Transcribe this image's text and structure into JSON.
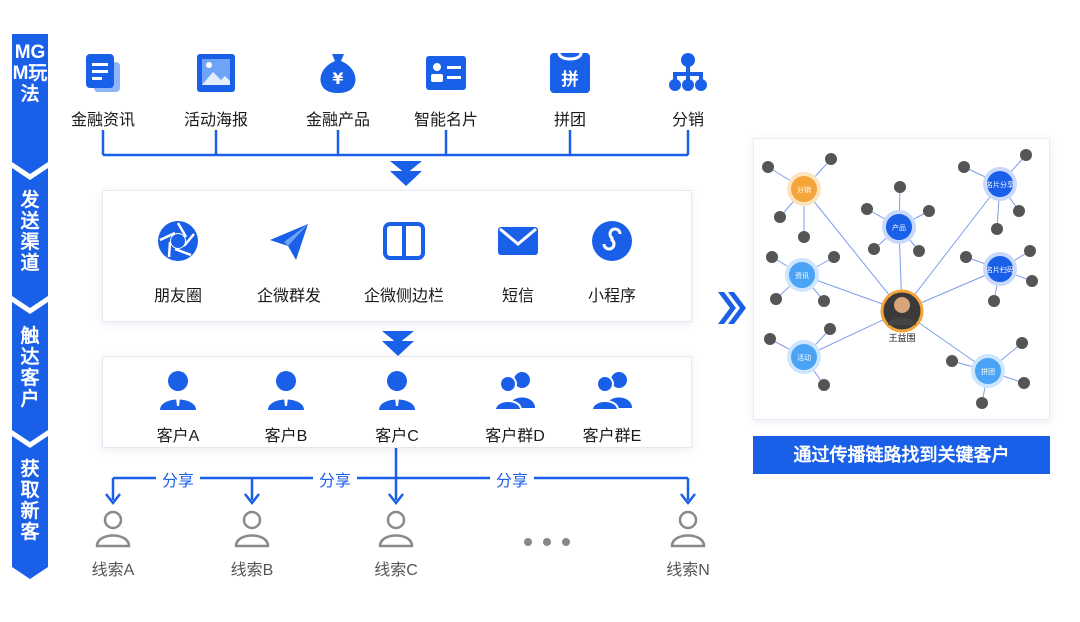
{
  "ribbon": {
    "steps": [
      "MGM玩法",
      "发送渠道",
      "触达客户",
      "获取新客"
    ]
  },
  "tools": [
    {
      "label": "金融资讯",
      "icon": "news-doc-icon"
    },
    {
      "label": "活动海报",
      "icon": "poster-image-icon"
    },
    {
      "label": "金融产品",
      "icon": "money-bag-icon"
    },
    {
      "label": "智能名片",
      "icon": "business-card-icon"
    },
    {
      "label": "拼团",
      "icon": "group-buy-icon"
    },
    {
      "label": "分销",
      "icon": "hierarchy-icon"
    }
  ],
  "channels": [
    {
      "label": "朋友圈",
      "icon": "moments-aperture-icon"
    },
    {
      "label": "企微群发",
      "icon": "paper-plane-icon"
    },
    {
      "label": "企微侧边栏",
      "icon": "sidebar-panel-icon"
    },
    {
      "label": "短信",
      "icon": "envelope-icon"
    },
    {
      "label": "小程序",
      "icon": "mini-program-icon"
    }
  ],
  "customers": [
    {
      "label": "客户A",
      "icon": "person-icon"
    },
    {
      "label": "客户B",
      "icon": "person-icon"
    },
    {
      "label": "客户C",
      "icon": "person-icon"
    },
    {
      "label": "客户群D",
      "icon": "people-group-icon"
    },
    {
      "label": "客户群E",
      "icon": "people-group-icon"
    }
  ],
  "share_label": "分享",
  "leads": [
    {
      "label": "线索A"
    },
    {
      "label": "线索B"
    },
    {
      "label": "线索C"
    },
    {
      "label": "线索N"
    }
  ],
  "network": {
    "center": "王益围",
    "hubs": [
      "分销",
      "产品",
      "名片分享",
      "资讯",
      "名片扫码",
      "活动",
      "拼团"
    ]
  },
  "caption": "通过传播链路找到关键客户",
  "colors": {
    "brand": "#1a5fe8",
    "orange": "#f4a53a",
    "light_blue": "#4aa3f5"
  }
}
